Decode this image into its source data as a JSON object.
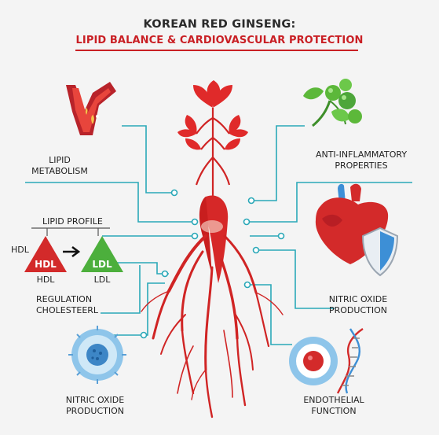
{
  "title": {
    "line1": "KOREAN RED GINSENG:",
    "line2": "LIPID BALANCE & CARDIOVASCULAR PROTECTION"
  },
  "labels": {
    "lipid_metabolism": [
      "LIPID",
      "METABOLISM"
    ],
    "anti_inflammatory": [
      "ANTI-INFLAMMATORY",
      "PROPERTIES"
    ],
    "lipid_profile": "LIPID PROFILE",
    "hdl_left": "HDL",
    "hdl_triangle": "HDL",
    "hdl_bottom": "HDL",
    "ldl_triangle": "LDL",
    "ldl_bottom": "LDL",
    "regulation": [
      "REGULATION",
      "CHOLESTEERL"
    ],
    "nitric_oxide_right": [
      "NITRIC OXIDE",
      "PRODUCTION"
    ],
    "nitric_oxide_left": [
      "NITRIC OXIDE",
      "PRODUCTION"
    ],
    "endothelial": [
      "ENDOTHELIAL",
      "FUNCTION"
    ]
  },
  "colors": {
    "accent_red": "#c91f24",
    "line_teal": "#2aa8b8",
    "hdl_red": "#d32a2a",
    "ldl_green": "#4caf3c",
    "leaf_green": "#5cb83a",
    "shield_blue": "#3d8fd6",
    "cell_blue": "#8ec5ea"
  },
  "icons": [
    "artery-icon",
    "green-leaf-berries-icon",
    "heart-shield-icon",
    "bacteria-cell-icon",
    "blood-cell-dna-icon",
    "ginseng-root-icon"
  ]
}
